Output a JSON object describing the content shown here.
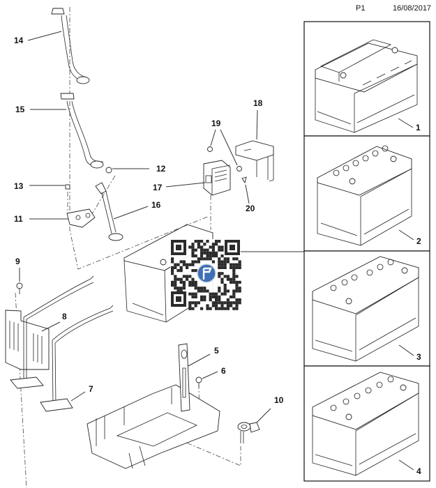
{
  "header": {
    "page": "P1",
    "date": "16/08/2017"
  },
  "diagram": {
    "subject": "Battery, battery tray and cables (exploded parts view)",
    "callouts": [
      {
        "id": "1",
        "label": "1",
        "part": "battery-variant-1"
      },
      {
        "id": "2",
        "label": "2",
        "part": "battery-variant-2"
      },
      {
        "id": "3",
        "label": "3",
        "part": "battery-variant-3"
      },
      {
        "id": "4",
        "label": "4",
        "part": "battery-variant-4"
      },
      {
        "id": "5",
        "label": "5",
        "part": "retaining-strap"
      },
      {
        "id": "6",
        "label": "6",
        "part": "bolt"
      },
      {
        "id": "7",
        "label": "7",
        "part": "bracket-rod"
      },
      {
        "id": "8",
        "label": "8",
        "part": "heat-shield-bracket"
      },
      {
        "id": "9",
        "label": "9",
        "part": "bolt"
      },
      {
        "id": "10",
        "label": "10",
        "part": "clip"
      },
      {
        "id": "11",
        "label": "11",
        "part": "terminal-clamp"
      },
      {
        "id": "12",
        "label": "12",
        "part": "nut"
      },
      {
        "id": "13",
        "label": "13",
        "part": "bolt"
      },
      {
        "id": "14",
        "label": "14",
        "part": "cable"
      },
      {
        "id": "15",
        "label": "15",
        "part": "cable"
      },
      {
        "id": "16",
        "label": "16",
        "part": "ground-cable"
      },
      {
        "id": "17",
        "label": "17",
        "part": "fuse-box"
      },
      {
        "id": "18",
        "label": "18",
        "part": "fuse-box-cover"
      },
      {
        "id": "19",
        "label": "19",
        "part": "nut"
      },
      {
        "id": "20",
        "label": "20",
        "part": "clip"
      }
    ]
  },
  "overlay": {
    "qr_code": "qr-code-overlay",
    "logo_icon": "flag-logo-icon"
  }
}
